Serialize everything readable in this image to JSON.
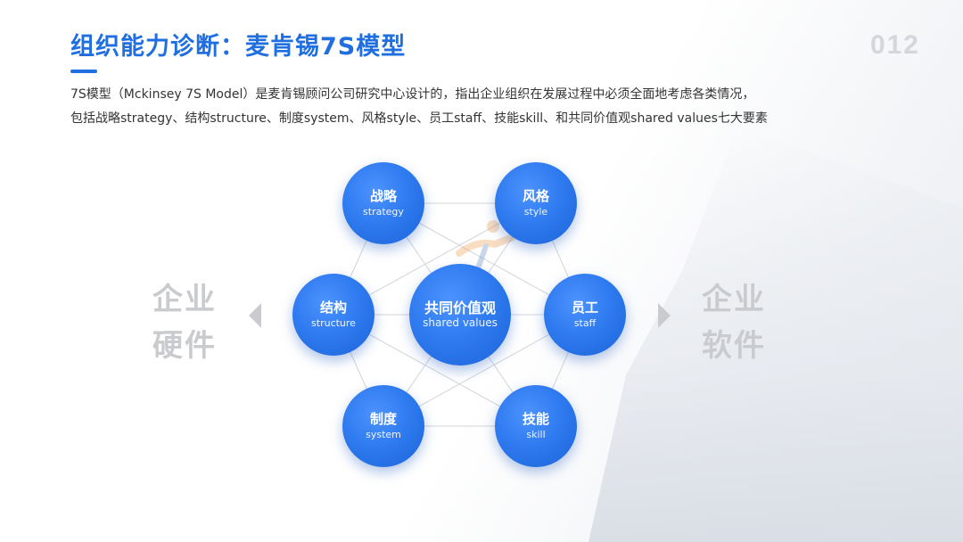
{
  "header": {
    "title": "组织能力诊断：麦肯锡7S模型",
    "page_number": "012"
  },
  "description": {
    "line1": "7S模型（Mckinsey 7S Model）是麦肯锡顾问公司研究中心设计的，指出企业组织在发展过程中必须全面地考虑各类情况，",
    "line2": "包括战略strategy、结构structure、制度system、风格style、员工staff、技能skill、和共同价值观shared values七大要素"
  },
  "side_labels": {
    "left": {
      "line1": "企业",
      "line2": "硬件"
    },
    "right": {
      "line1": "企业",
      "line2": "软件"
    }
  },
  "nodes": {
    "strategy": {
      "cn": "战略",
      "en": "strategy"
    },
    "style": {
      "cn": "风格",
      "en": "style"
    },
    "structure": {
      "cn": "结构",
      "en": "structure"
    },
    "shared_values": {
      "cn": "共同价值观",
      "en": "shared values"
    },
    "staff": {
      "cn": "员工",
      "en": "staff"
    },
    "system": {
      "cn": "制度",
      "en": "system"
    },
    "skill": {
      "cn": "技能",
      "en": "skill"
    }
  },
  "colors": {
    "accent": "#1f6fe0",
    "node": "#2f7bf0",
    "muted": "#c9cbcf",
    "line": "#d0d4da"
  }
}
